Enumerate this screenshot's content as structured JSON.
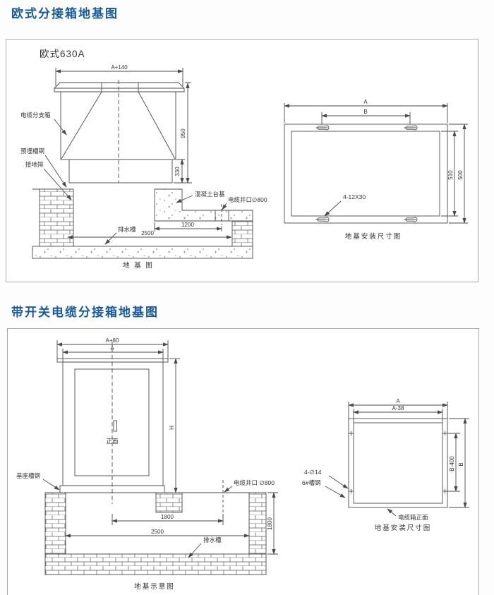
{
  "s1": {
    "title": "欧式分接箱地基图",
    "model": "欧式630A",
    "front": {
      "dims": {
        "top_width": "A+140",
        "body_height": "950",
        "plinth_height": "330",
        "well_offset": "1200",
        "pit_width": "2500"
      },
      "labels": {
        "cable_branch_box": "电缆分支箱",
        "embedded_channel_steel": "预埋槽钢",
        "grounding_bar": "接地排",
        "concrete_base": "混凝土台基",
        "cable_well": "电缆井口∅800",
        "drain_channel": "排水槽"
      },
      "caption": "地 基 图"
    },
    "plan": {
      "dims": {
        "overall_width": "A",
        "bolt_span": "B",
        "inner_height": "510",
        "outer_height": "500"
      },
      "labels": {
        "slot_holes": "4-12X30"
      },
      "caption": "地基安装尺寸图"
    }
  },
  "s2": {
    "title": "带开关电缆分接箱地基图",
    "front": {
      "dims": {
        "top_width": "A+80",
        "body_width": "A",
        "height": "H",
        "well_offset": "1800",
        "pit_width": "2500",
        "pit_depth": "1800"
      },
      "labels": {
        "front_face": "正面",
        "base_channel_steel": "基座槽钢",
        "cable_well": "电缆井口 ∅800",
        "drain_channel": "排水槽"
      },
      "caption": "地基示意图"
    },
    "plan": {
      "dims": {
        "overall_width": "A",
        "inner_width": "A-38",
        "bolt_span": "B-400",
        "overall_height": "B"
      },
      "labels": {
        "bolt_holes": "4-∅14",
        "channel_steel": "6#槽钢",
        "box_front": "电缆箱正面"
      },
      "caption": "地基安装尺寸图"
    }
  }
}
